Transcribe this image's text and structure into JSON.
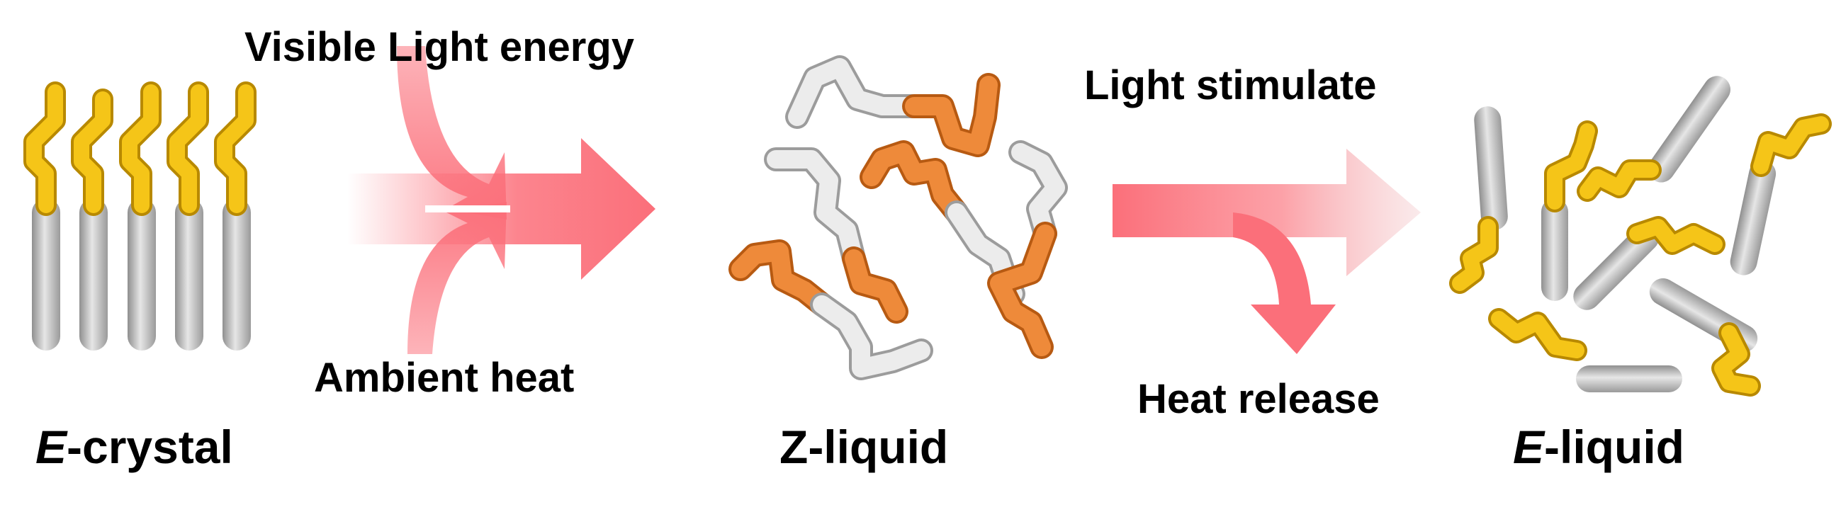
{
  "labels": {
    "visible_light": "Visible Light energy",
    "ambient_heat": "Ambient heat",
    "light_stimulate": "Light stimulate",
    "heat_release": "Heat release"
  },
  "states": {
    "e_crystal": {
      "prefix": "E",
      "suffix": "-crystal"
    },
    "z_liquid": {
      "text": "Z-liquid"
    },
    "e_liquid": {
      "prefix": "E",
      "suffix": "-liquid"
    }
  },
  "colors": {
    "arrow": "#fb6f7a",
    "yellow": "#f2b90d",
    "orange": "#e8782a",
    "gray": "#b9b9b9",
    "white_seg": "#e9e9e9"
  }
}
